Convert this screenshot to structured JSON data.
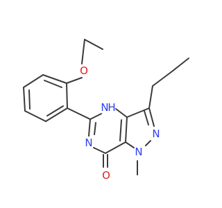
{
  "molecule": {
    "atoms": {
      "o_ether": {
        "label": "O",
        "color": "#e02020"
      },
      "nh": {
        "label": "H",
        "color": "#2b3ff0"
      },
      "n_left": {
        "label": "N",
        "color": "#2b3ff0"
      },
      "n_pyr": {
        "label": "N",
        "color": "#2b3ff0"
      },
      "n_methyl": {
        "label": "N",
        "color": "#2b3ff0"
      },
      "o_carbonyl": {
        "label": "O",
        "color": "#e02020"
      }
    },
    "bond_color": "#3a3a3a"
  }
}
